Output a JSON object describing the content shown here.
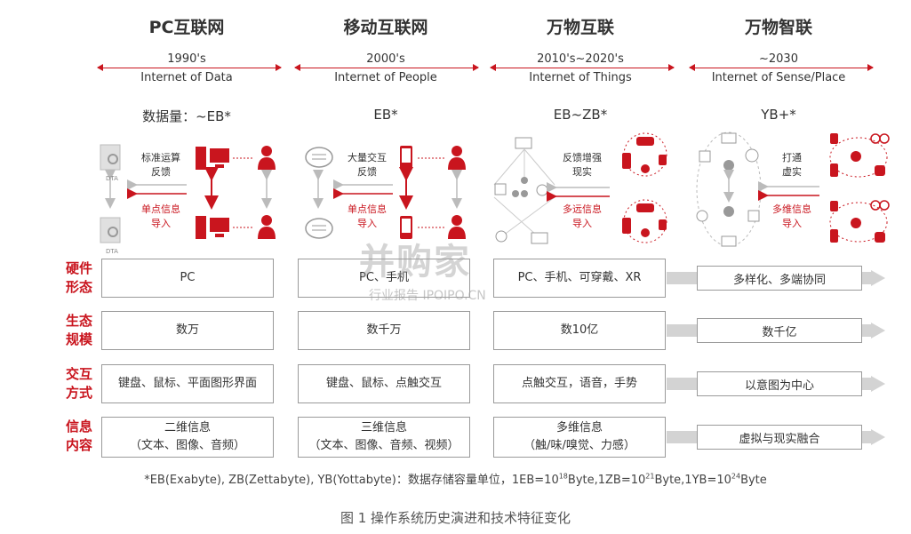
{
  "eras": [
    {
      "title": "PC互联网",
      "years": "1990's",
      "sub": "Internet of Data",
      "data_volume": "数据量：~EB*"
    },
    {
      "title": "移动互联网",
      "years": "2000's",
      "sub": "Internet of People",
      "data_volume": "EB*"
    },
    {
      "title": "万物互联",
      "years": "2010's~2020's",
      "sub": "Internet of Things",
      "data_volume": "EB~ZB*"
    },
    {
      "title": "万物智联",
      "years": "~2030",
      "sub": "Internet of Sense/Place",
      "data_volume": "YB+*"
    }
  ],
  "illustration_labels": {
    "pc_top": [
      "标准运算",
      "反馈"
    ],
    "pc_bottom": [
      "单点信息",
      "导入"
    ],
    "pc_dta": "DTA",
    "mobile_top": [
      "大量交互",
      "反馈"
    ],
    "mobile_bottom": [
      "单点信息",
      "导入"
    ],
    "iot_top": [
      "反馈增强",
      "现实"
    ],
    "iot_bottom": [
      "多远信息",
      "导入"
    ],
    "smart_top": [
      "打通",
      "虚实"
    ],
    "smart_bottom": [
      "多维信息",
      "导入"
    ]
  },
  "rows": [
    {
      "label": [
        "硬件",
        "形态"
      ],
      "cells": [
        [
          "PC"
        ],
        [
          "PC、手机"
        ],
        [
          "PC、手机、可穿戴、XR"
        ],
        [
          "多样化、多端协同"
        ]
      ]
    },
    {
      "label": [
        "生态",
        "规模"
      ],
      "cells": [
        [
          "数万"
        ],
        [
          "数千万"
        ],
        [
          "数10亿"
        ],
        [
          "数千亿"
        ]
      ]
    },
    {
      "label": [
        "交互",
        "方式"
      ],
      "cells": [
        [
          "键盘、鼠标、平面图形界面"
        ],
        [
          "键盘、鼠标、点触交互"
        ],
        [
          "点触交互，语音，手势"
        ],
        [
          "以意图为中心"
        ]
      ]
    },
    {
      "label": [
        "信息",
        "内容"
      ],
      "cells": [
        [
          "二维信息",
          "（文本、图像、音频）"
        ],
        [
          "三维信息",
          "（文本、图像、音频、视频）"
        ],
        [
          "多维信息",
          "（触/味/嗅觉、力感）"
        ],
        [
          "虚拟与现实融合"
        ]
      ]
    }
  ],
  "footnote": {
    "main": "*EB(Exabyte), ZB(Zettabyte), YB(Yottabyte)：数据存储容量单位，",
    "eb": "1EB=10",
    "eb_exp": "18",
    "zb": "Byte,1ZB=10",
    "zb_exp": "21",
    "yb": "Byte,1YB=10",
    "yb_exp": "24",
    "tail": "Byte"
  },
  "caption": "图 1 操作系统历史演进和技术特征变化",
  "watermark": {
    "logo": "并购家",
    "sub": "行业报告 IPOIPO.CN"
  },
  "colors": {
    "accent": "#c9151e",
    "gray": "#d3d3d3",
    "border": "#9a9a9a"
  }
}
